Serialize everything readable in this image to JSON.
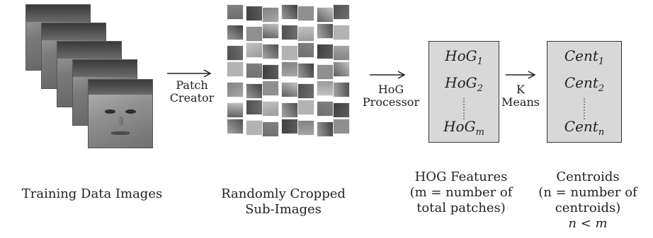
{
  "stages": {
    "patch_creator": {
      "line1": "Patch",
      "line2": "Creator"
    },
    "hog_processor": {
      "line1": "HoG",
      "line2": "Processor"
    },
    "k_means": {
      "line1": "K",
      "line2": "Means"
    }
  },
  "hog_box": {
    "row1": {
      "base": "HoG",
      "sub": "1"
    },
    "row2": {
      "base": "HoG",
      "sub": "2"
    },
    "row3": {
      "base": "HoG",
      "sub": "m"
    }
  },
  "cent_box": {
    "row1": {
      "base": "Cent",
      "sub": "1"
    },
    "row2": {
      "base": "Cent",
      "sub": "2"
    },
    "row3": {
      "base": "Cent",
      "sub": "n"
    }
  },
  "captions": {
    "training": "Training Data Images",
    "random_line1": "Randomly Cropped",
    "random_line2": "Sub-Images",
    "hog_line1": "HOG Features",
    "hog_line2": "(m = number of",
    "hog_line3": "total patches)",
    "cent_line1": "Centroids",
    "cent_line2": "(n = number of",
    "cent_line3": "centroids)",
    "cent_line4": "n < m"
  },
  "colors": {
    "box_fill": "#d8d8d8",
    "box_border": "#333333"
  }
}
